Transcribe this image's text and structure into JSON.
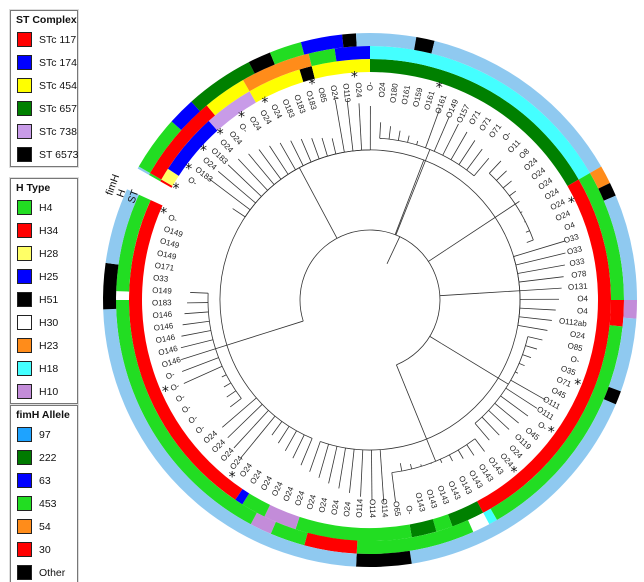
{
  "legends": {
    "st_complex": {
      "title": "ST Complex",
      "items": [
        {
          "label": "STc 117",
          "color": "#ff0000"
        },
        {
          "label": "STc 174",
          "color": "#0000ff"
        },
        {
          "label": "STc 454",
          "color": "#ffff00"
        },
        {
          "label": "STc 657",
          "color": "#008000"
        },
        {
          "label": "STc 738",
          "color": "#c89be8"
        },
        {
          "label": "ST 6573",
          "color": "#000000"
        }
      ]
    },
    "h_type": {
      "title": "H Type",
      "items": [
        {
          "label": "H4",
          "color": "#22dd22"
        },
        {
          "label": "H34",
          "color": "#ff0000"
        },
        {
          "label": "H28",
          "color": "#ffff66"
        },
        {
          "label": "H25",
          "color": "#0000ff"
        },
        {
          "label": "H51",
          "color": "#000000"
        },
        {
          "label": "H30",
          "color": "#ffffff"
        },
        {
          "label": "H23",
          "color": "#ff8c1a"
        },
        {
          "label": "H18",
          "color": "#44ffff"
        },
        {
          "label": "H10",
          "color": "#c38cd9"
        }
      ]
    },
    "fimh": {
      "title": "fimH Allele",
      "items": [
        {
          "label": "97",
          "color": "#1ea3ff"
        },
        {
          "label": "222",
          "color": "#007a00"
        },
        {
          "label": "63",
          "color": "#0000ff"
        },
        {
          "label": "453",
          "color": "#22dd22"
        },
        {
          "label": "54",
          "color": "#ff8c1a"
        },
        {
          "label": "30",
          "color": "#ff0000"
        },
        {
          "label": "Other",
          "color": "#000000"
        }
      ]
    }
  },
  "ring_labels": {
    "fimh": "fimH",
    "h": "H",
    "st": "ST"
  },
  "leaf_labels": [
    "O-",
    "O183",
    "O24",
    "O183",
    "O24",
    "O24",
    "O-",
    "O24",
    "O24",
    "O24",
    "O183",
    "O183",
    "O183",
    "O85",
    "O24",
    "O119",
    "O24",
    "O-",
    "O24",
    "O180",
    "O161",
    "O159",
    "O161",
    "O161",
    "O149",
    "O157",
    "O71",
    "O71",
    "O71",
    "O-",
    "O11",
    "O8",
    "O24",
    "O24",
    "O24",
    "O24",
    "O24",
    "O24",
    "O4",
    "O33",
    "O33",
    "O33",
    "O78",
    "O131",
    "O4",
    "O4",
    "O112ab",
    "O24",
    "O85",
    "O-",
    "O35",
    "O71",
    "O45",
    "O111",
    "O111",
    "O-",
    "O45",
    "O119",
    "O24",
    "O24",
    "O143",
    "O143",
    "O143",
    "O143",
    "O143",
    "O143",
    "O143",
    "O143",
    "O-",
    "O65",
    "O114",
    "O114",
    "O114",
    "O24",
    "O24",
    "O24",
    "O24",
    "O24",
    "O24",
    "O24",
    "O24",
    "O24",
    "O24",
    "O24",
    "O24",
    "O24",
    "O24",
    "O-",
    "O-",
    "O-",
    "O-",
    "O-",
    "O-",
    "O146",
    "O146",
    "O146",
    "O146",
    "O146",
    "O183",
    "O149",
    "O33",
    "O171",
    "O149",
    "O149",
    "O149",
    "O-"
  ],
  "rings": {
    "st": [
      {
        "start": 0,
        "end": 60,
        "color": "#008000"
      },
      {
        "start": 60,
        "end": 152,
        "color": "#ff0000"
      },
      {
        "start": 152,
        "end": 160,
        "color": "#008000"
      },
      {
        "start": 160,
        "end": 164,
        "color": "#22dd22"
      },
      {
        "start": 164,
        "end": 170,
        "color": "#008000"
      },
      {
        "start": 170,
        "end": 198,
        "color": "#22dd22"
      },
      {
        "start": 198,
        "end": 206,
        "color": "#c38cd9"
      },
      {
        "start": 206,
        "end": 212,
        "color": "#22dd22"
      },
      {
        "start": 212,
        "end": 214,
        "color": "#0000ff"
      },
      {
        "start": 214,
        "end": 300,
        "color": "#ff0000"
      },
      {
        "start": 300,
        "end": 303,
        "color": "#ffff66"
      },
      {
        "start": 303,
        "end": 318,
        "color": "#0000ff"
      },
      {
        "start": 318,
        "end": 330,
        "color": "#c89be8"
      },
      {
        "start": 330,
        "end": 343,
        "color": "#ffff00"
      },
      {
        "start": 343,
        "end": 346,
        "color": "#000000"
      },
      {
        "start": 346,
        "end": 360,
        "color": "#ffff00"
      }
    ],
    "h": [
      {
        "start": 0,
        "end": 60,
        "color": "#44ffff"
      },
      {
        "start": 60,
        "end": 90,
        "color": "#22dd22"
      },
      {
        "start": 90,
        "end": 96,
        "color": "#ff0000"
      },
      {
        "start": 96,
        "end": 150,
        "color": "#22dd22"
      },
      {
        "start": 150,
        "end": 152,
        "color": "#44ffff"
      },
      {
        "start": 152,
        "end": 156,
        "color": "#ffffff"
      },
      {
        "start": 156,
        "end": 183,
        "color": "#22dd22"
      },
      {
        "start": 183,
        "end": 195,
        "color": "#ff0000"
      },
      {
        "start": 195,
        "end": 203,
        "color": "#22dd22"
      },
      {
        "start": 203,
        "end": 208,
        "color": "#c38cd9"
      },
      {
        "start": 208,
        "end": 270,
        "color": "#22dd22"
      },
      {
        "start": 270,
        "end": 272,
        "color": "#ffffff"
      },
      {
        "start": 272,
        "end": 300,
        "color": "#22dd22"
      },
      {
        "start": 300,
        "end": 320,
        "color": "#ff0000"
      },
      {
        "start": 320,
        "end": 330,
        "color": "#ffff00"
      },
      {
        "start": 330,
        "end": 346,
        "color": "#ff8c1a"
      },
      {
        "start": 346,
        "end": 352,
        "color": "#22dd22"
      },
      {
        "start": 352,
        "end": 360,
        "color": "#0000ff"
      }
    ],
    "fimh": [
      {
        "start": 0,
        "end": 10,
        "color": "#8fc9f0"
      },
      {
        "start": 10,
        "end": 14,
        "color": "#000000"
      },
      {
        "start": 14,
        "end": 60,
        "color": "#8fc9f0"
      },
      {
        "start": 60,
        "end": 64,
        "color": "#ff8c1a"
      },
      {
        "start": 64,
        "end": 67,
        "color": "#000000"
      },
      {
        "start": 67,
        "end": 90,
        "color": "#8fc9f0"
      },
      {
        "start": 90,
        "end": 94,
        "color": "#c38cd9"
      },
      {
        "start": 94,
        "end": 110,
        "color": "#8fc9f0"
      },
      {
        "start": 110,
        "end": 113,
        "color": "#000000"
      },
      {
        "start": 113,
        "end": 171,
        "color": "#8fc9f0"
      },
      {
        "start": 171,
        "end": 183,
        "color": "#000000"
      },
      {
        "start": 183,
        "end": 268,
        "color": "#8fc9f0"
      },
      {
        "start": 268,
        "end": 278,
        "color": "#000000"
      },
      {
        "start": 278,
        "end": 300,
        "color": "#8fc9f0"
      },
      {
        "start": 300,
        "end": 312,
        "color": "#22dd22"
      },
      {
        "start": 312,
        "end": 318,
        "color": "#0000ff"
      },
      {
        "start": 318,
        "end": 333,
        "color": "#008000"
      },
      {
        "start": 333,
        "end": 338,
        "color": "#000000"
      },
      {
        "start": 338,
        "end": 345,
        "color": "#22dd22"
      },
      {
        "start": 345,
        "end": 354,
        "color": "#0000ff"
      },
      {
        "start": 354,
        "end": 357,
        "color": "#000000"
      },
      {
        "start": 357,
        "end": 360,
        "color": "#8fc9f0"
      }
    ]
  },
  "stars": [
    {
      "angle": 345.0,
      "label": "*"
    },
    {
      "angle": 356.0,
      "label": "*"
    },
    {
      "angle": 18.0,
      "label": "*"
    },
    {
      "angle": 64.0,
      "label": "*"
    },
    {
      "angle": 112.0,
      "label": "*"
    },
    {
      "angle": 126.0,
      "label": "*"
    },
    {
      "angle": 140.0,
      "label": "*"
    },
    {
      "angle": 218.0,
      "label": "*"
    },
    {
      "angle": 246.0,
      "label": "*"
    },
    {
      "angle": 293.0,
      "label": "*"
    },
    {
      "angle": 300.0,
      "label": "*"
    },
    {
      "angle": 306.0,
      "label": "*"
    },
    {
      "angle": 312.0,
      "label": "*"
    },
    {
      "angle": 318.0,
      "label": "*"
    },
    {
      "angle": 325.0,
      "label": "*"
    },
    {
      "angle": 332.0,
      "label": "*"
    }
  ]
}
